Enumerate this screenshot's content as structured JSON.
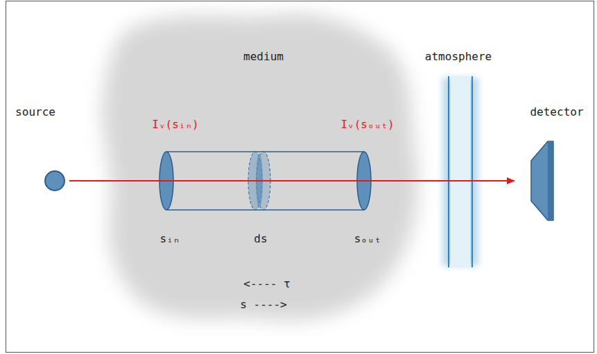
{
  "diagram": {
    "nodes": [
      {
        "text": [
          "source"
        ]
      },
      {
        "text": [
          "medium"
        ]
      },
      {
        "text": [
          "atmosphere"
        ]
      },
      {
        "text": [
          "detector"
        ]
      }
    ],
    "edges": [
      {
        "from": 0,
        "to": 3,
        "arrow": "to"
      }
    ],
    "labels": [
      "Iᵥ(sᵢₙ)",
      "Iᵥ(sₒᵤₜ)",
      "sᵢₙ",
      "ds",
      "sₒᵤₜ",
      "<---- τ",
      "s ---->"
    ]
  }
}
